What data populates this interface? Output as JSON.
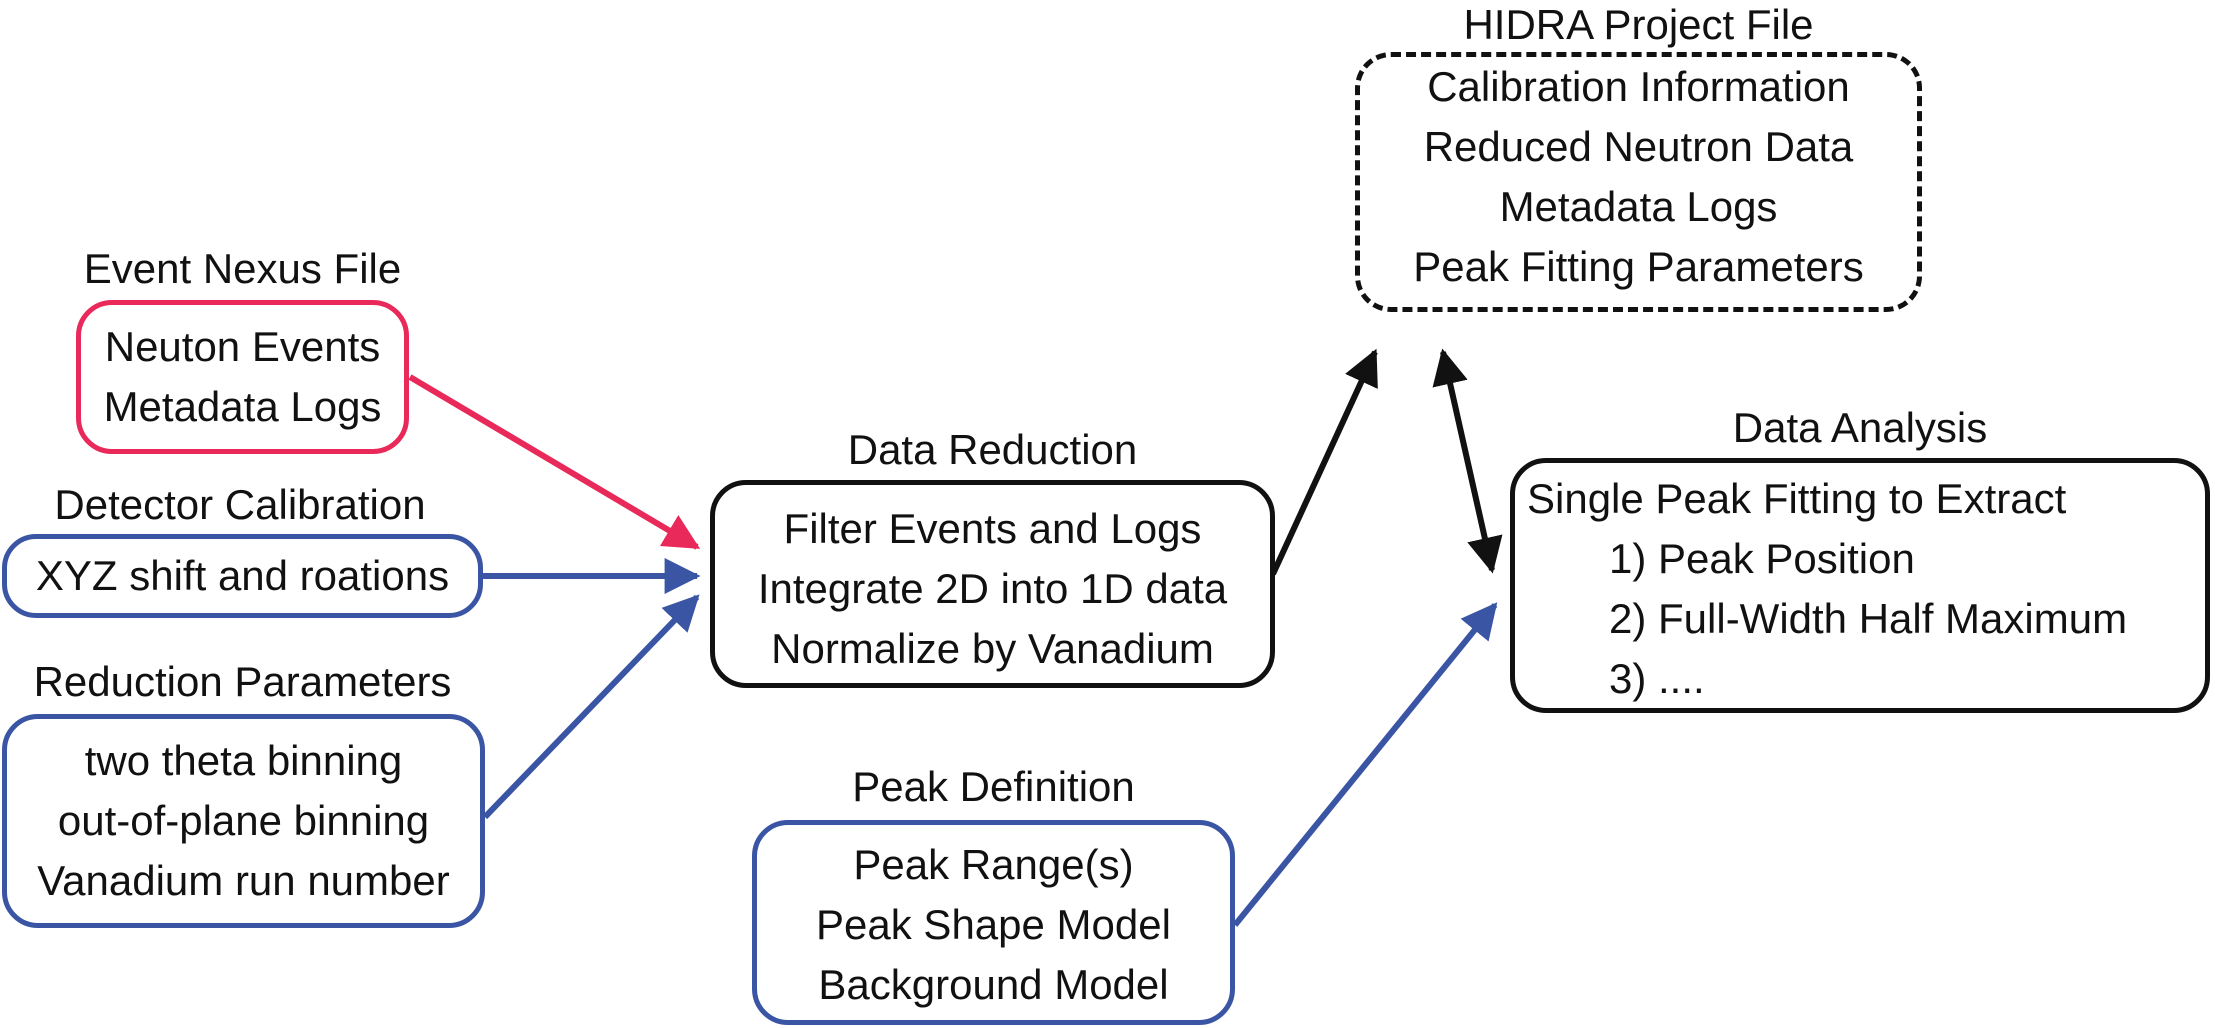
{
  "colors": {
    "event": "#e8295a",
    "blue": "#3a55a4",
    "black": "#111111"
  },
  "event_nexus": {
    "title": "Event Nexus File",
    "lines": [
      "Neuton Events",
      "Metadata Logs"
    ]
  },
  "detector_calibration": {
    "title": "Detector Calibration",
    "lines": [
      "XYZ shift and roations"
    ]
  },
  "reduction_parameters": {
    "title": "Reduction Parameters",
    "lines": [
      "two theta binning",
      "out-of-plane binning",
      "Vanadium run number"
    ]
  },
  "data_reduction": {
    "title": "Data Reduction",
    "lines": [
      "Filter Events and Logs",
      "Integrate 2D into 1D data",
      "Normalize by Vanadium"
    ]
  },
  "hidra_project": {
    "title": "HIDRA Project File",
    "lines": [
      "Calibration Information",
      "Reduced Neutron Data",
      "Metadata Logs",
      "Peak Fitting Parameters"
    ]
  },
  "peak_definition": {
    "title": "Peak Definition",
    "lines": [
      "Peak Range(s)",
      "Peak Shape Model",
      "Background Model"
    ]
  },
  "data_analysis": {
    "title": "Data Analysis",
    "lines": [
      "Single Peak Fitting to Extract",
      "1) Peak Position",
      "2) Full-Width Half Maximum",
      "3) ...."
    ]
  }
}
